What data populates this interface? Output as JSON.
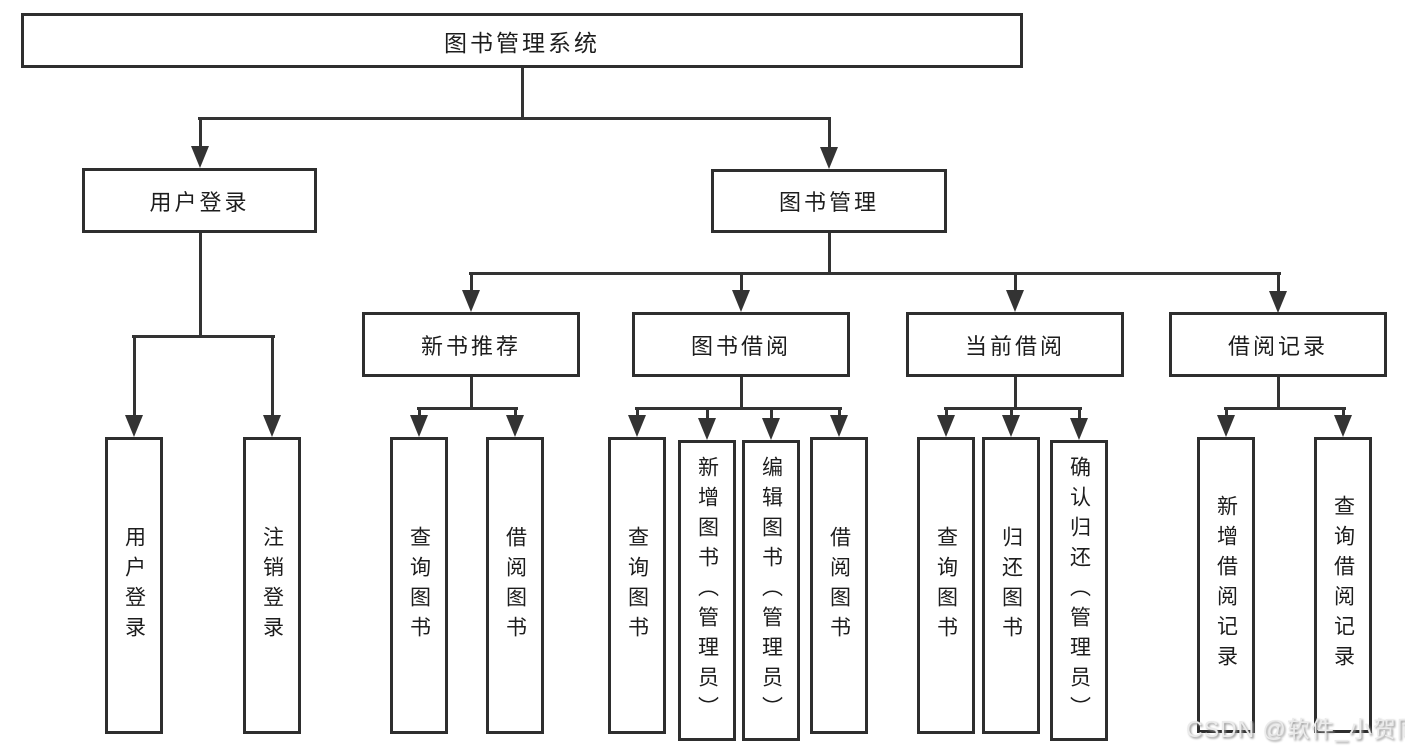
{
  "diagram": {
    "root": {
      "label": "图书管理系统"
    },
    "level2": [
      {
        "label": "用户登录"
      },
      {
        "label": "图书管理"
      }
    ],
    "level3": [
      {
        "label": "新书推荐"
      },
      {
        "label": "图书借阅"
      },
      {
        "label": "当前借阅"
      },
      {
        "label": "借阅记录"
      }
    ],
    "leaves": {
      "user_login": [
        "用户登录",
        "注销登录"
      ],
      "new_books": [
        "查询图书",
        "借阅图书"
      ],
      "book_borrow": [
        "查询图书",
        "新增图书（管理员）",
        "编辑图书（管理员）",
        "借阅图书"
      ],
      "current_borrow": [
        "查询图书",
        "归还图书",
        "确认归还（管理员）"
      ],
      "borrow_records": [
        "新增借阅记录",
        "查询借阅记录"
      ]
    }
  },
  "watermark": {
    "text": "CSDN @软件_小贺同学"
  },
  "colors": {
    "line": "#333333",
    "border": "#2e2e2e",
    "box_bg": "#ffffff",
    "text": "#1d1d1d",
    "watermark_text": "#ebebeb"
  }
}
